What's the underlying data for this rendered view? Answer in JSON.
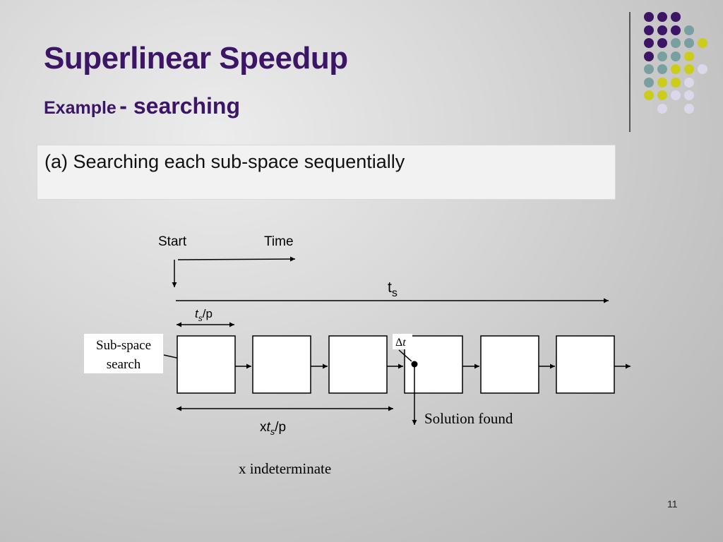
{
  "slide": {
    "title": "Superlinear Speedup",
    "subtitle_small": "Example",
    "subtitle_big": "- searching",
    "box_text": "(a) Searching each sub-space sequentially",
    "page_number": "11"
  },
  "colors": {
    "title": "#3d1566",
    "dot_purple": "#3d1566",
    "dot_teal": "#79a0a0",
    "dot_yellow": "#cccc1c",
    "dot_lavender": "#dcd8ea"
  },
  "diagram": {
    "start_label": "Start",
    "time_label": "Time",
    "ts_main": "t",
    "ts_main_sub": "s",
    "ts_p_t": "t",
    "ts_p_sub": "s",
    "ts_p_rest": "/p",
    "subspace_line1": "Sub-space",
    "subspace_line2": "search",
    "delta_t_symbol": "Δ",
    "delta_t_var": "t",
    "solution_found": "Solution found",
    "xts_x": "x",
    "xts_t": "t",
    "xts_sub": "s",
    "xts_rest": "/p",
    "x_indeterminate": "x indeterminate"
  }
}
